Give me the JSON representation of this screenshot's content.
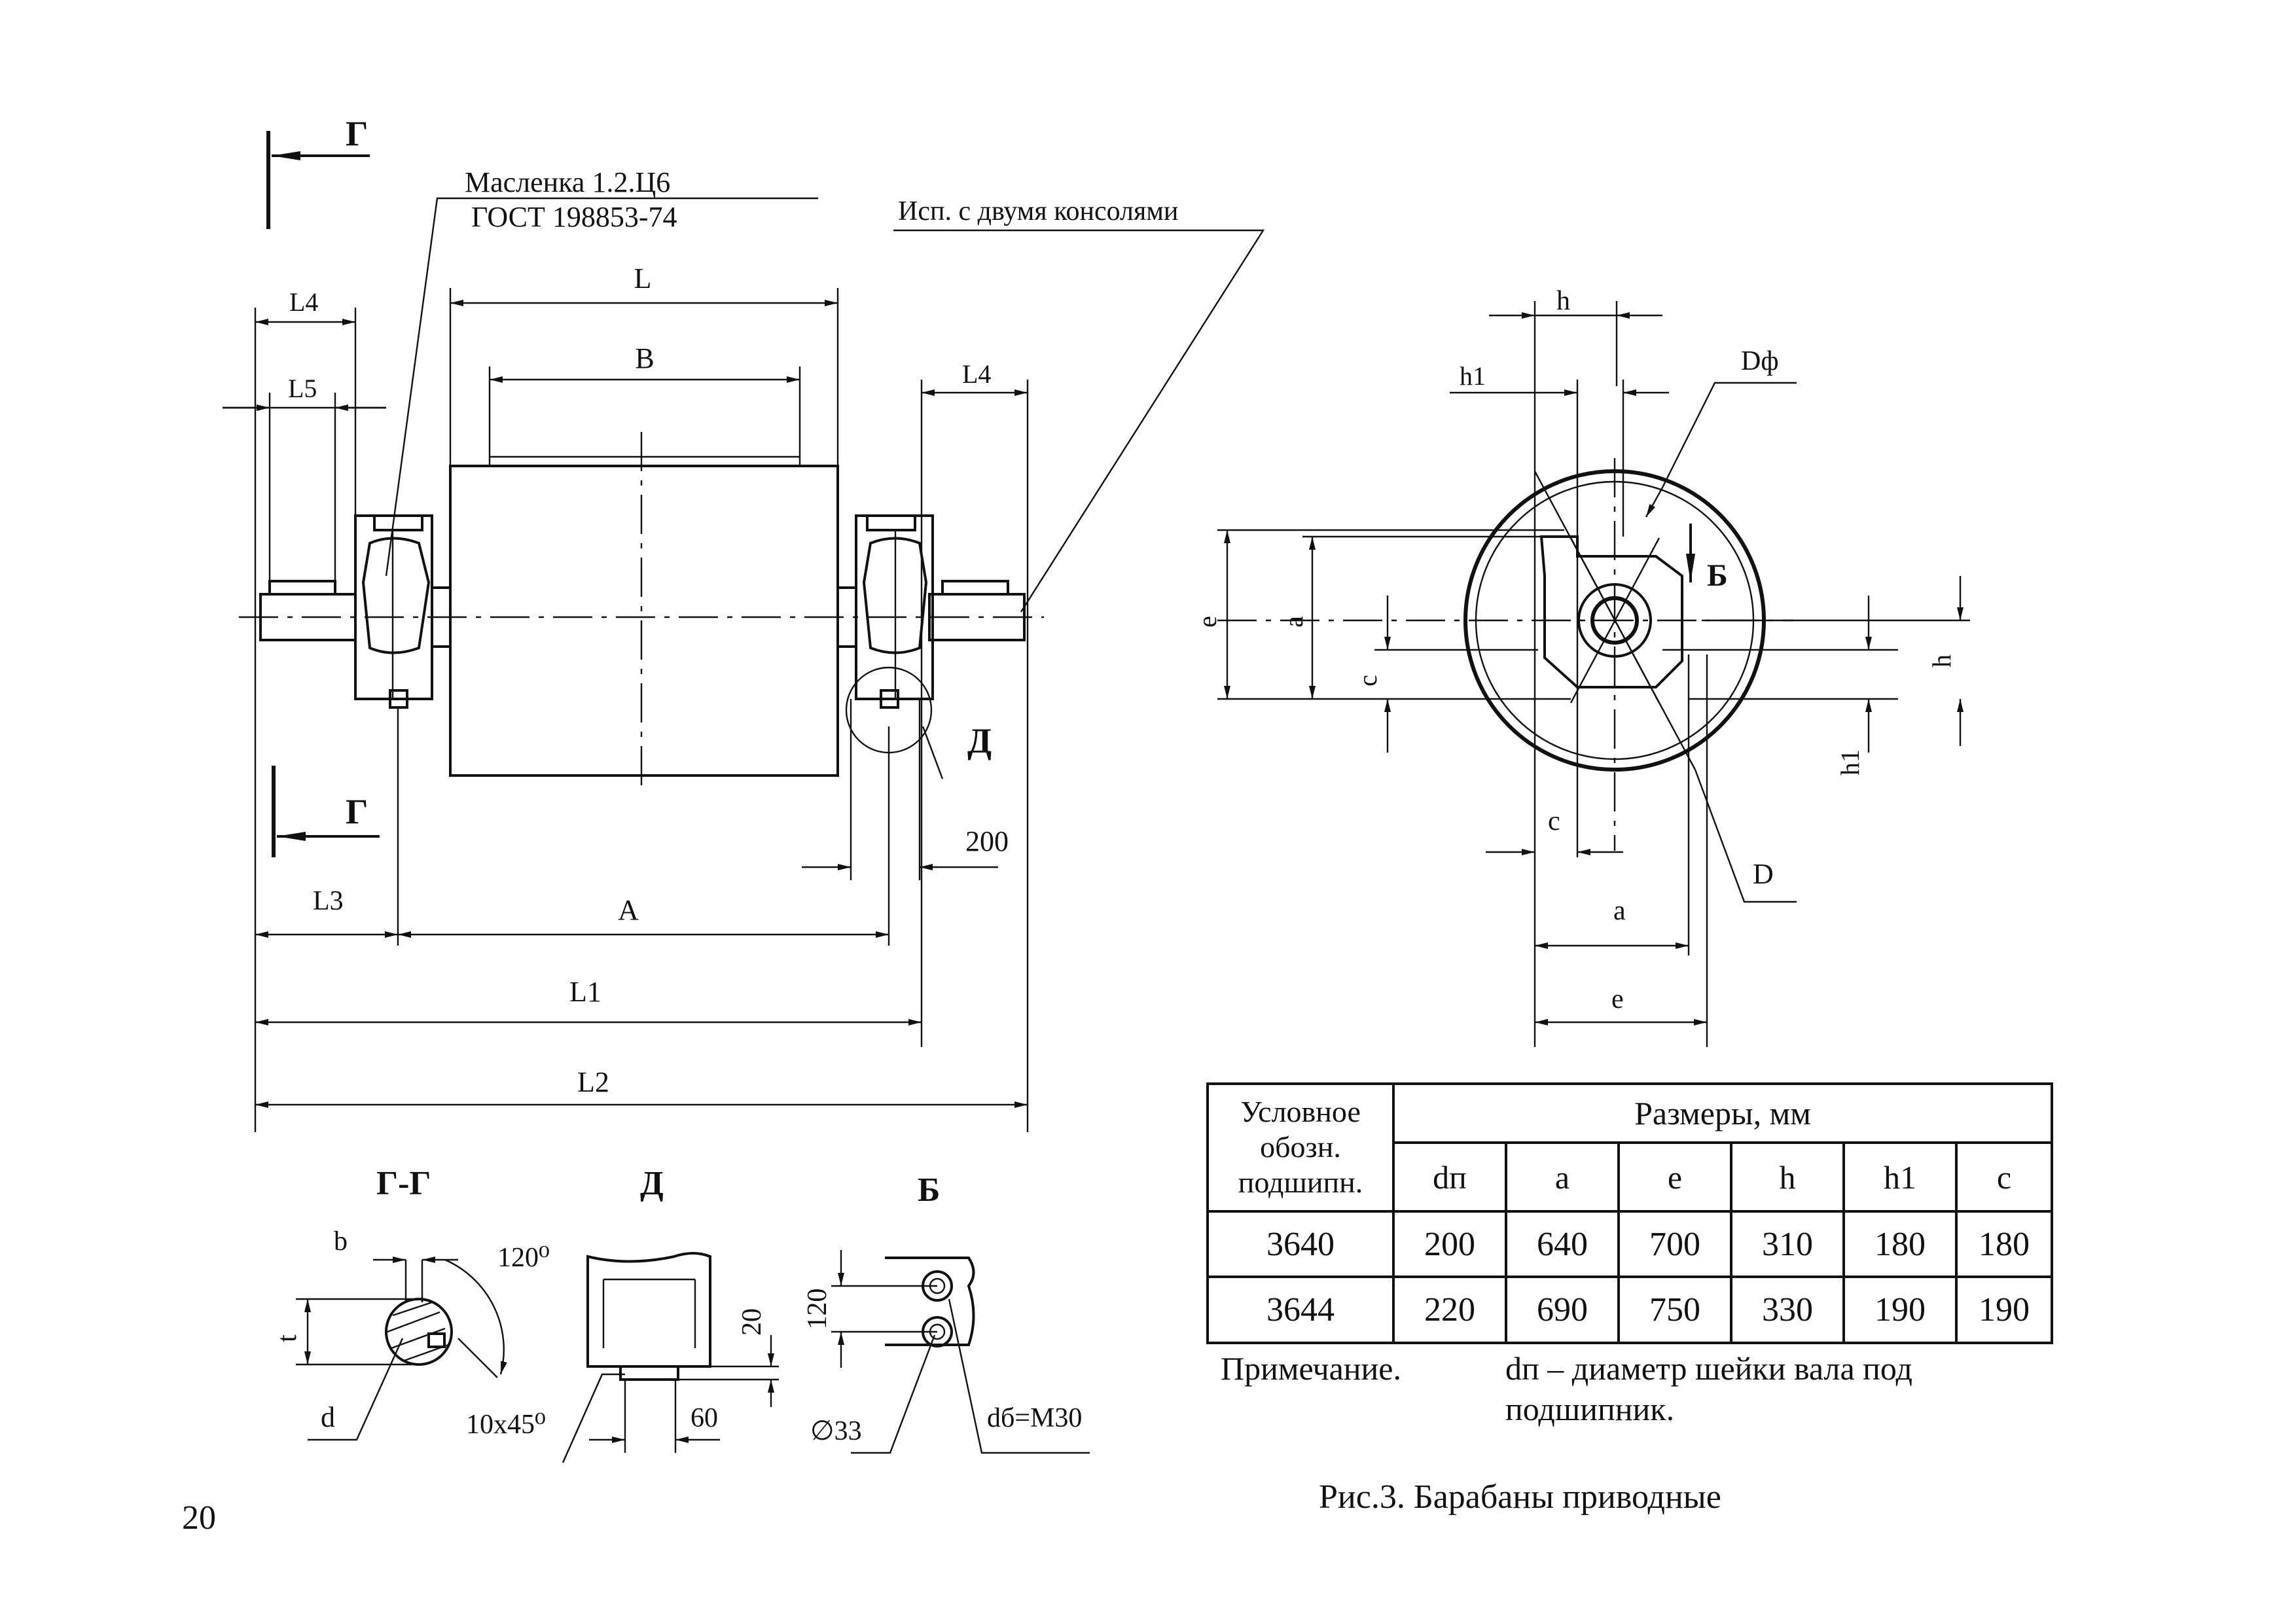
{
  "labels": {
    "section_mark_top": "Г",
    "section_mark_bottom": "Г",
    "oiler_line1": "Масленка 1.2.Ц6",
    "oiler_line2": "ГОСТ 198853-74",
    "two_consoles": "Исп. с двумя консолями",
    "dim_L": "L",
    "dim_B": "B",
    "dim_L4_left": "L4",
    "dim_L5": "L5",
    "dim_L4_right": "L4",
    "dim_L3": "L3",
    "dim_A": "A",
    "dim_L1": "L1",
    "dim_L2": "L2",
    "dim_200": "200",
    "detail_D": "Д",
    "dim_h_top": "h",
    "dim_h1_top": "h1",
    "dim_Df": "Dф",
    "dim_e_left": "e",
    "dim_a_left": "a",
    "dim_c_left": "c",
    "arrow_B": "Б",
    "dim_h_right": "h",
    "dim_h1_right": "h1",
    "dim_c_bottom": "c",
    "dim_D": "D",
    "dim_a_bottom": "a",
    "dim_e_bottom": "e",
    "sec_GG_title": "Г-Г",
    "sec_GG_b": "b",
    "sec_GG_angle": "120⁰",
    "sec_GG_t": "t",
    "sec_GG_d": "d",
    "sec_GG_chamfer": "10х45⁰",
    "sec_D_title": "Д",
    "sec_D_20": "20",
    "sec_D_60": "60",
    "sec_B_title": "Б",
    "sec_B_120": "120",
    "sec_B_dia": "∅33",
    "sec_B_bolt": "dб=М30"
  },
  "table": {
    "col_cond": "Условное обозн. подшипн.",
    "col_sizes": "Размеры, мм",
    "sub_headers": [
      "dп",
      "a",
      "e",
      "h",
      "h1",
      "c"
    ],
    "rows": [
      [
        "3640",
        "200",
        "640",
        "700",
        "310",
        "180",
        "180"
      ],
      [
        "3644",
        "220",
        "690",
        "750",
        "330",
        "190",
        "190"
      ]
    ]
  },
  "note": {
    "label": "Примечание.",
    "text_line1": "dп – диаметр шейки вала под",
    "text_line2": "подшипник."
  },
  "caption": "Рис.3. Барабаны приводные",
  "page_number": "20"
}
